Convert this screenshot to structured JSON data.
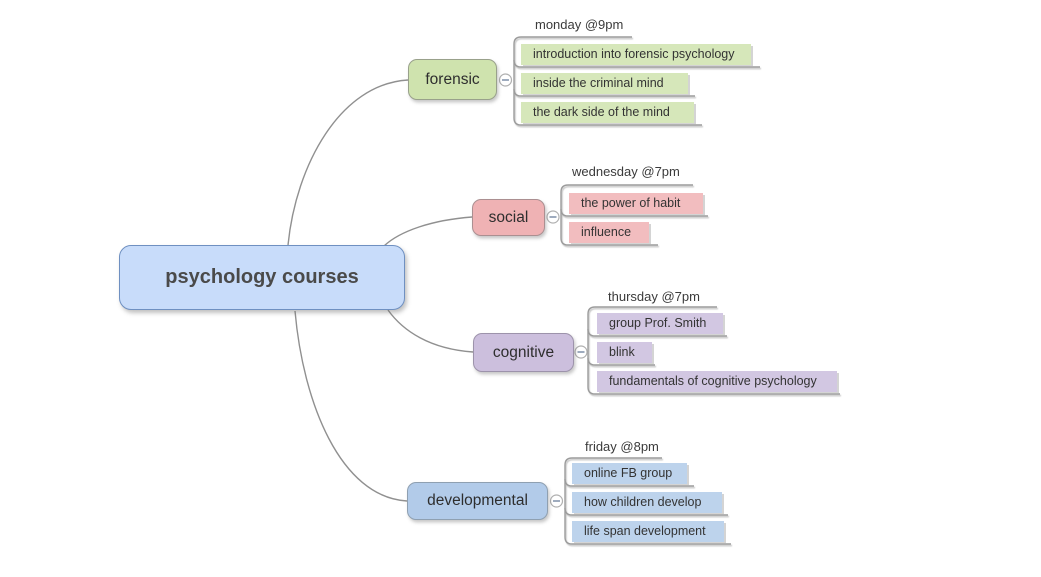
{
  "app": {
    "background": "#ffffff"
  },
  "root": {
    "label": "psychology courses",
    "fill": "#c8dcfa",
    "border": "#6f90c1",
    "text_color": "#4a4a4a"
  },
  "branches": [
    {
      "label": "forensic",
      "schedule": "monday @9pm",
      "fill": "#cfe3ae",
      "child_fill": "#d6e7ba",
      "border": "#99a18b",
      "children": [
        "introduction into forensic psychology",
        "inside the criminal mind",
        "the dark side of the mind"
      ]
    },
    {
      "label": "social",
      "schedule": "wednesday @7pm",
      "fill": "#efb2b4",
      "child_fill": "#f2bdbf",
      "border": "#ab8f91",
      "children": [
        "the power of habit",
        "influence"
      ]
    },
    {
      "label": "cognitive",
      "schedule": "thursday @7pm",
      "fill": "#ccbfdd",
      "child_fill": "#d2c7e2",
      "border": "#9d93ab",
      "children": [
        "group Prof. Smith",
        "blink",
        "fundamentals of cognitive psychology"
      ]
    },
    {
      "label": "developmental",
      "schedule": "friday @8pm",
      "fill": "#b2cbe9",
      "child_fill": "#bdd3ec",
      "border": "#8fa0b1",
      "children": [
        "online FB group",
        "how children develop",
        "life span development"
      ]
    }
  ],
  "icons": {
    "collapse_glyph": "minus",
    "collapse_fill": "#ffffff",
    "collapse_stroke": "#b0b0b0",
    "collapse_minus_color": "#8596ad"
  },
  "lines": {
    "bracket_color": "#9c9c9c",
    "curve_color": "#909090"
  }
}
